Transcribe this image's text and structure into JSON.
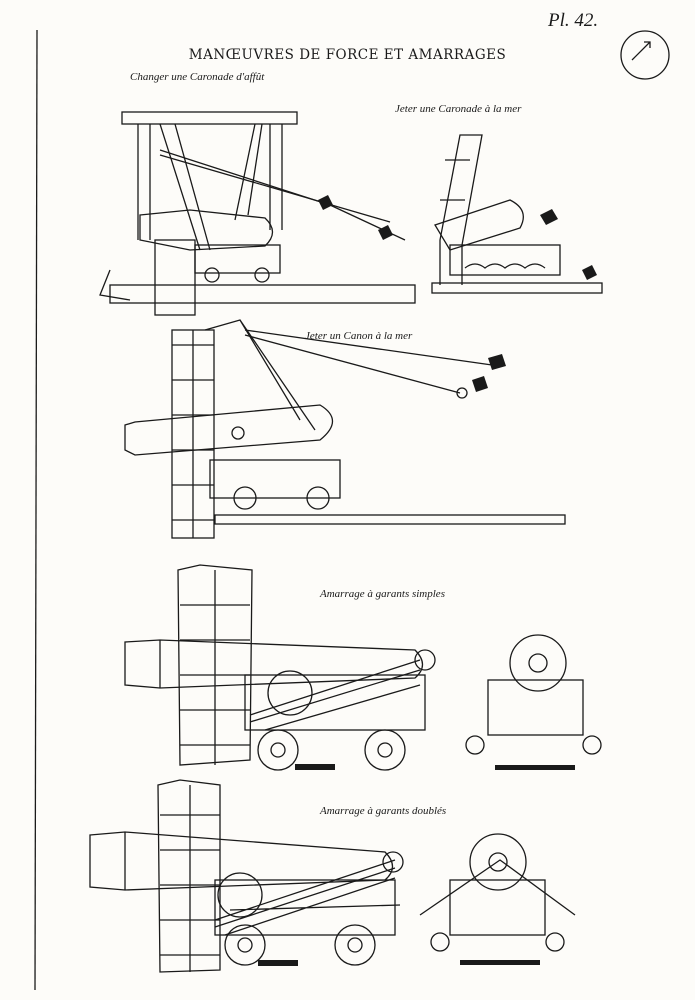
{
  "page": {
    "plate_number": "Pl. 42.",
    "title": "MANŒUVRES DE FORCE ET AMARRAGES"
  },
  "figures": [
    {
      "caption": "Changer une Caronade d'affût"
    },
    {
      "caption": "Jeter une Caronade à la mer"
    },
    {
      "caption": "Jeter un Canon à la mer"
    },
    {
      "caption": "Amarrage à garants simples"
    },
    {
      "caption": "Amarrage à garants doublés"
    }
  ]
}
